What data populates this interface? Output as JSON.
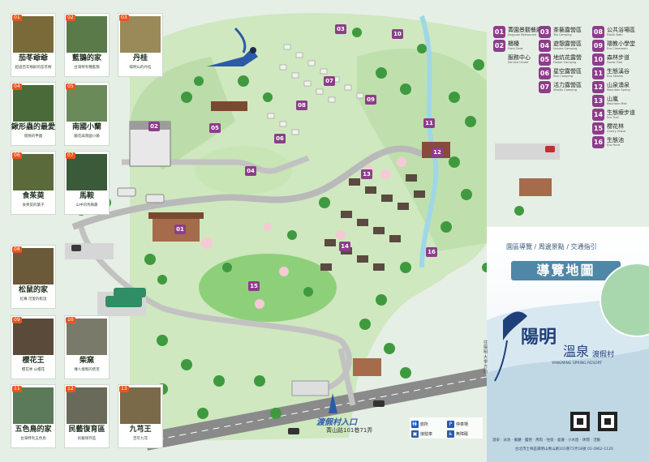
{
  "colors": {
    "marker": "#8c3e8a",
    "card_number": "#e9551e",
    "panel_blue": "#4f87a6",
    "ground": "#cfe8bf"
  },
  "cards": [
    {
      "num": "01",
      "title": "茄苳爺爺",
      "sub": "超過百年樹齡的茄苳樹"
    },
    {
      "num": "02",
      "title": "藍鵲的家",
      "sub": "台灣特有種藍鵲"
    },
    {
      "num": "03",
      "title": "丹桂",
      "sub": "陽明山的丹桂"
    },
    {
      "num": "04",
      "title": "鍬形蟲的最愛",
      "sub": "夜晚的甲蟲"
    },
    {
      "num": "05",
      "title": "南國小蘭",
      "sub": "蘭花與南國小蘭"
    },
    {
      "num": "06",
      "title": "食茱萸",
      "sub": "食茱萸的葉子"
    },
    {
      "num": "07",
      "title": "馬鞍",
      "sub": "山中的馬鞍藤"
    },
    {
      "num": "08",
      "title": "松鼠的家",
      "sub": "紅嘴 可愛的鬆鼠"
    },
    {
      "num": "09",
      "title": "櫻花王",
      "sub": "櫻花季 山櫻花"
    },
    {
      "num": "10",
      "title": "柴窯",
      "sub": "傳人燒製的柴窯"
    },
    {
      "num": "11",
      "title": "五色鳥的家",
      "sub": "台灣特有五色鳥"
    },
    {
      "num": "12",
      "title": "民藝復育區",
      "sub": "民藝保存區"
    },
    {
      "num": "13",
      "title": "九芎王",
      "sub": "百年九芎"
    }
  ],
  "legend": [
    {
      "num": "01",
      "zh": "菁園景觀餐廳",
      "en": "Jingyuan Restaurant"
    },
    {
      "num": "02",
      "zh": "櫃檯",
      "en": "Front Desk"
    },
    {
      "num": "",
      "zh": "服務中心",
      "en": "Service Center"
    },
    {
      "num": "03",
      "zh": "茶藝露營區",
      "en": "Tea Camping"
    },
    {
      "num": "04",
      "zh": "遊憩露營區",
      "en": "Leisure Camping"
    },
    {
      "num": "05",
      "zh": "地炕花露營",
      "en": "Flower Camping"
    },
    {
      "num": "06",
      "zh": "星空露營區",
      "en": "Star Camping"
    },
    {
      "num": "07",
      "zh": "活力露營區",
      "en": "Vitality Camping"
    },
    {
      "num": "08",
      "zh": "公共浴場區",
      "en": "Public Bath"
    },
    {
      "num": "09",
      "zh": "環教小學堂",
      "en": "Eco Classroom"
    },
    {
      "num": "10",
      "zh": "森林步道",
      "en": "Forest Trail"
    },
    {
      "num": "11",
      "zh": "生態溪谷",
      "en": "Eco Stream"
    },
    {
      "num": "12",
      "zh": "山泉湧泉",
      "en": "Mountain Spring"
    },
    {
      "num": "13",
      "zh": "山嵐",
      "en": "Mountain Mist"
    },
    {
      "num": "14",
      "zh": "生態療步道",
      "en": "Eco Trail"
    },
    {
      "num": "15",
      "zh": "櫻花林",
      "en": "Cherry Grove"
    },
    {
      "num": "16",
      "zh": "生態池",
      "en": "Eco Pond"
    }
  ],
  "map_markers": [
    "01",
    "02",
    "03",
    "04",
    "05",
    "06",
    "07",
    "08",
    "09",
    "10",
    "11",
    "12",
    "13",
    "14",
    "15",
    "16"
  ],
  "panel": {
    "tabs": "園區導覽 / 周邊景點 / 交通指引",
    "title": "導覽地圖",
    "logo_main": "陽明",
    "logo_sub": "溫泉",
    "logo_small": "渡假村",
    "logo_en": "YANGMING SPRING RESORT",
    "tagline": "溫泉 · 泳池 · 餐廳 · 露營 · 烤肉 · 住宿 · 會議 · 小木屋 · 休閒 · 活動",
    "address": "台北市士林區陽明山菁山路101巷71弄18號    02-2862-1120"
  },
  "map_labels": {
    "entrance": "渡假村入口",
    "road": "菁山路101巷71弄",
    "side_road": "往陽明大學方向"
  },
  "map_legend": [
    {
      "icon": "restroom-icon",
      "label": "廁所"
    },
    {
      "icon": "parking-icon",
      "label": "停車場"
    },
    {
      "icon": "bus-icon",
      "label": "接駁車"
    },
    {
      "icon": "accessible-icon",
      "label": "無障礙"
    }
  ]
}
